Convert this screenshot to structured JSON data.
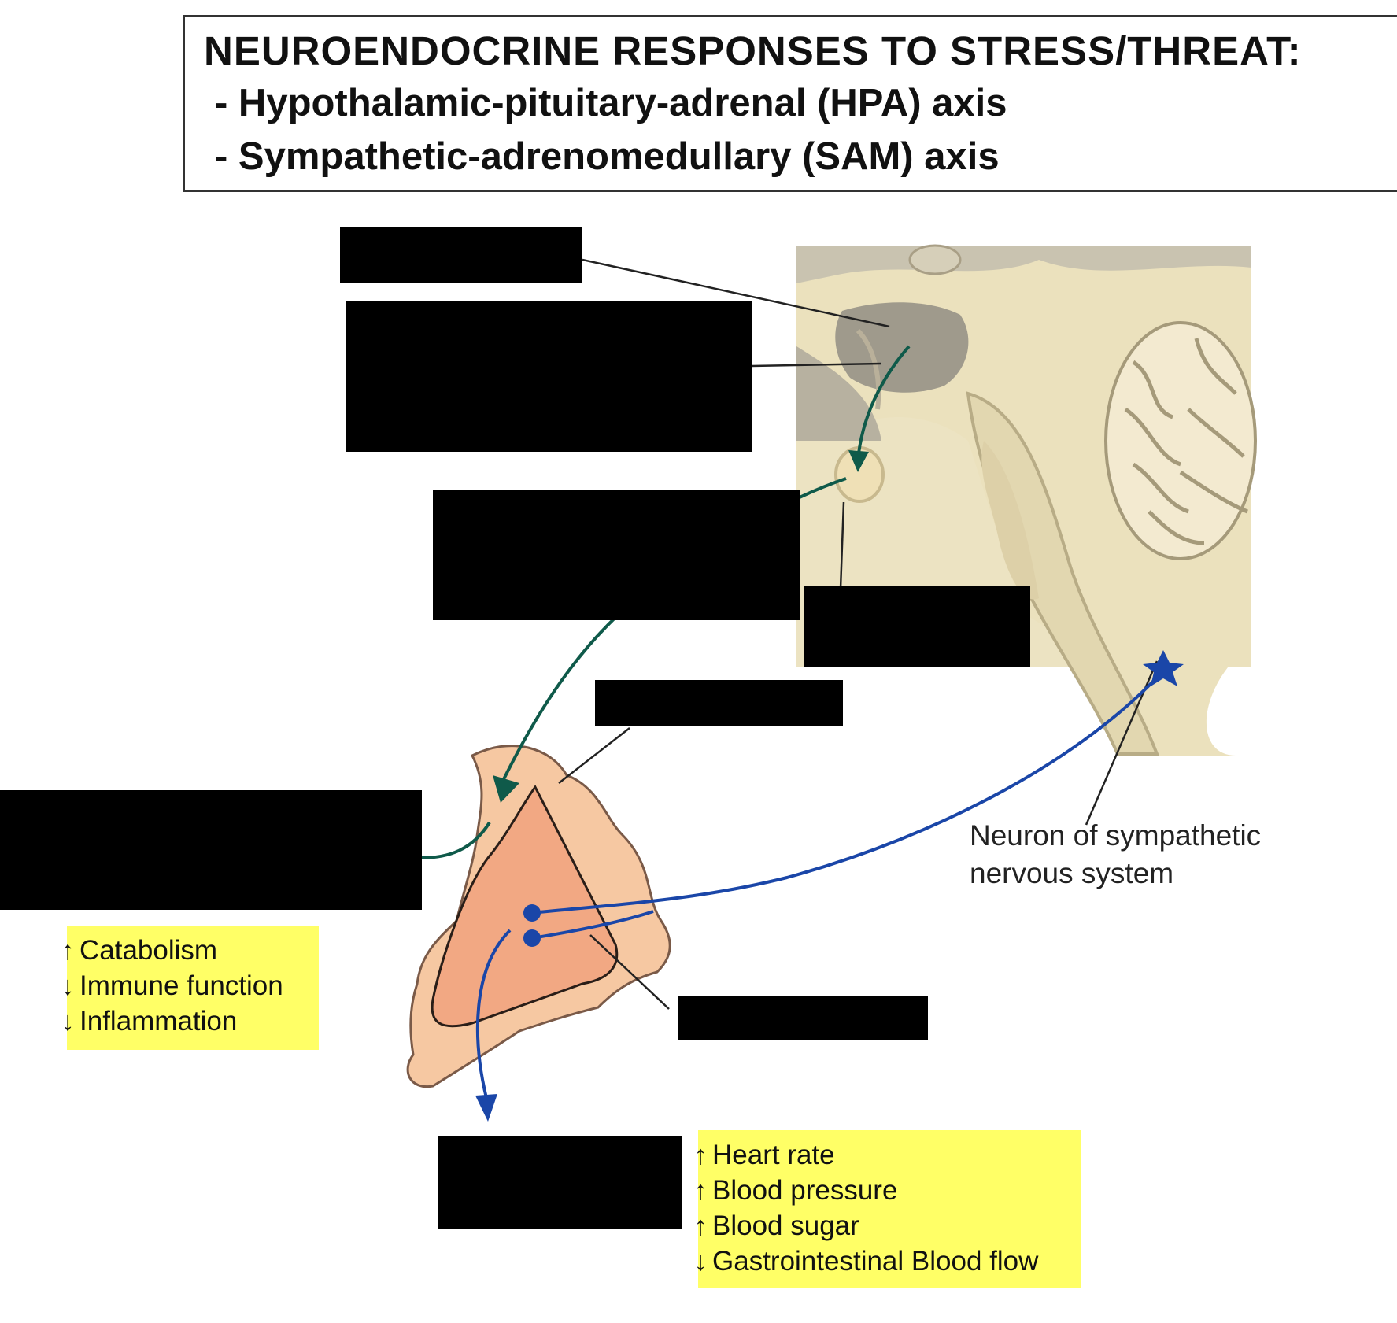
{
  "title": {
    "heading": "NEUROENDOCRINE RESPONSES TO STRESS/THREAT:",
    "line1": "- Hypothalamic-pituitary-adrenal (HPA) axis",
    "line2": "- Sympathetic-adrenomedullary (SAM) axis"
  },
  "neuron_label": {
    "line1": "Neuron of sympathetic",
    "line2": "nervous system"
  },
  "cortisol_effects": [
    {
      "direction": "up",
      "text": "Catabolism"
    },
    {
      "direction": "down",
      "text": "Immune function"
    },
    {
      "direction": "down",
      "text": "Inflammation"
    }
  ],
  "catecholamine_effects": [
    {
      "direction": "up",
      "text": "Heart rate"
    },
    {
      "direction": "up",
      "text": "Blood pressure"
    },
    {
      "direction": "up",
      "text": "Blood sugar"
    },
    {
      "direction": "down",
      "text": "Gastrointestinal Blood flow"
    }
  ],
  "colors": {
    "hpa_pathway": "#0f5a4a",
    "sam_pathway": "#1a46a8",
    "brain_tissue": "#f1e6c0",
    "adrenal_cortex": "#f6c8a2",
    "adrenal_medulla": "#f2a883",
    "highlight": "#ffff66"
  },
  "glyphs": {
    "up": "↑",
    "down": "↓"
  }
}
